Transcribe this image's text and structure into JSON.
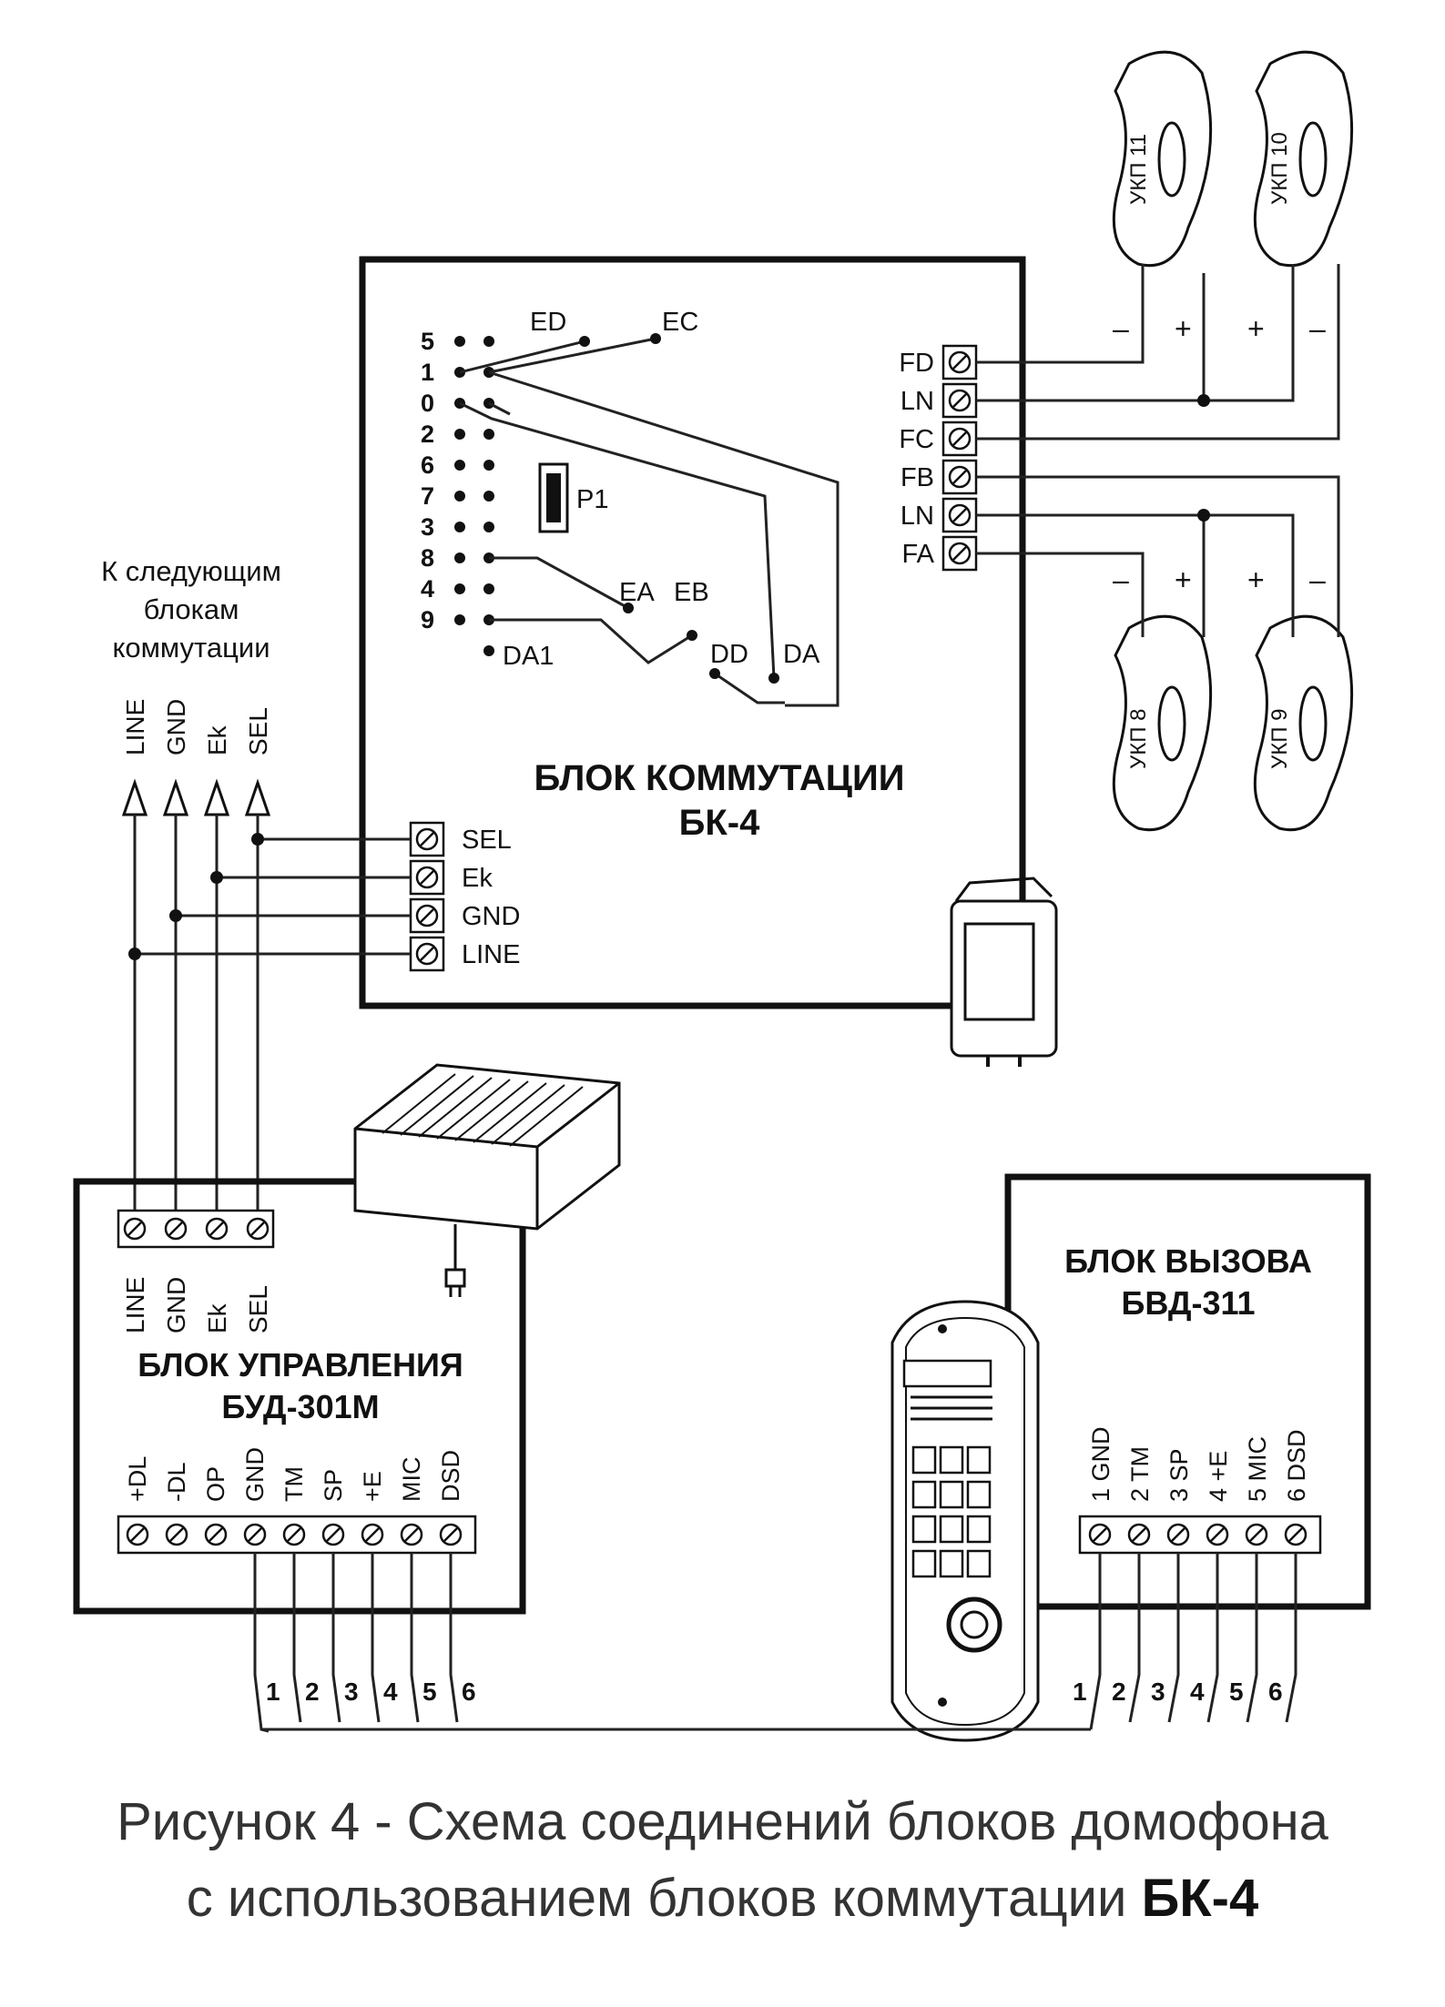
{
  "bk4": {
    "title_line1": "БЛОК КОММУТАЦИИ",
    "title_line2": "БК-4",
    "rows": [
      "5",
      "1",
      "0",
      "2",
      "6",
      "7",
      "3",
      "8",
      "4",
      "9"
    ],
    "jumper_labels": {
      "ed": "ED",
      "ec": "EC",
      "ea": "EA",
      "eb": "EB",
      "dd": "DD",
      "da": "DA",
      "da1": "DA1",
      "p1": "P1"
    },
    "right_terminals": [
      "FD",
      "LN",
      "FC",
      "FB",
      "LN",
      "FA"
    ],
    "left_terminals": [
      "SEL",
      "Ek",
      "GND",
      "LINE"
    ]
  },
  "handsets": {
    "top": [
      "УКП 11",
      "УКП 10"
    ],
    "bottom": [
      "УКП 8",
      "УКП 9"
    ],
    "minus": "–",
    "plus": "+"
  },
  "next_blocks": {
    "line1": "К следующим",
    "line2": "блокам",
    "line3": "коммутации",
    "signals": [
      "LINE",
      "GND",
      "Ek",
      "SEL"
    ]
  },
  "bud": {
    "top_terminals": [
      "LINE",
      "GND",
      "Ek",
      "SEL"
    ],
    "title_line1": "БЛОК УПРАВЛЕНИЯ",
    "title_line2": "БУД-301М",
    "bottom_terminals": [
      "+DL",
      "-DL",
      "OP",
      "GND",
      "TM",
      "SP",
      "+E",
      "MIC",
      "DSD"
    ]
  },
  "bvd": {
    "title_line1": "БЛОК ВЫЗОВА",
    "title_line2": "БВД-311",
    "terminals": [
      "1 GND",
      "2 TM",
      "3 SP",
      "4 +E",
      "5 MIC",
      "6 DSD"
    ]
  },
  "cable_numbers": [
    "1",
    "2",
    "3",
    "4",
    "5",
    "6"
  ],
  "caption": {
    "line1": "Рисунок 4 - Схема соединений блоков домофона",
    "line2_prefix": "с использованием блоков коммутации",
    "line2_bold": "БК-4"
  }
}
